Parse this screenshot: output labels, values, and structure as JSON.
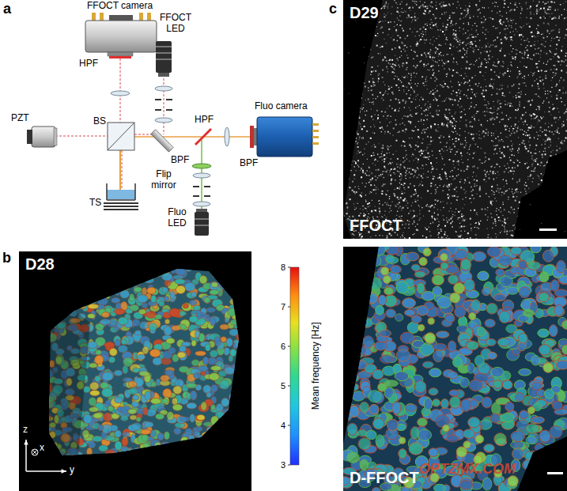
{
  "diagram": {
    "nodes": [
      {
        "text": [
          "D28"
        ]
      },
      {
        "text": [
          "D29",
          "FFOCT"
        ]
      },
      {
        "text": [
          "D-FFOCT"
        ]
      }
    ],
    "labels": [
      "a",
      "FFOCT camera",
      "FFOCT LED",
      "HPF",
      "PZT",
      "BS",
      "HPF",
      "Fluo camera",
      "BPF",
      "BPF",
      "Flip mirror",
      "TS",
      "Fluo LED",
      "b",
      "c",
      "Mean frequency [Hz]",
      "8",
      "7",
      "6",
      "5",
      "4",
      "3",
      "z",
      "x",
      "y",
      "OPTZMX.COM"
    ]
  }
}
